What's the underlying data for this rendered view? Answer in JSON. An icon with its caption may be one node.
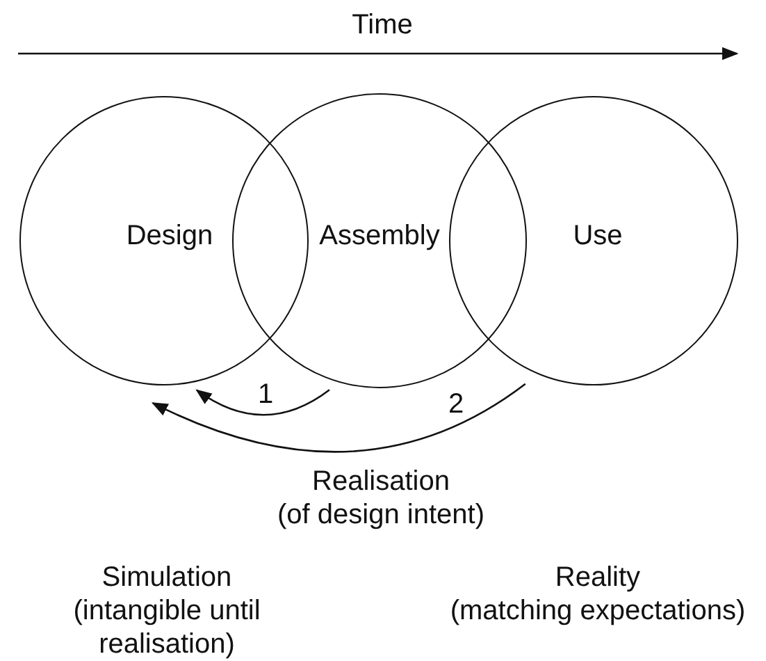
{
  "diagram": {
    "nodes": [
      {
        "text": [
          "Design"
        ]
      },
      {
        "text": [
          "Assembly"
        ]
      },
      {
        "text": [
          "Use"
        ]
      }
    ],
    "edges": [
      {
        "from": 1,
        "to": 0,
        "arrow": "to",
        "label": "1"
      },
      {
        "from": 2,
        "to": 0,
        "arrow": "to",
        "label": "2"
      }
    ],
    "labels": [
      "Time",
      "Realisation (of design intent)",
      "Simulation (intangible until realisation)",
      "Reality (matching expectations)"
    ]
  }
}
